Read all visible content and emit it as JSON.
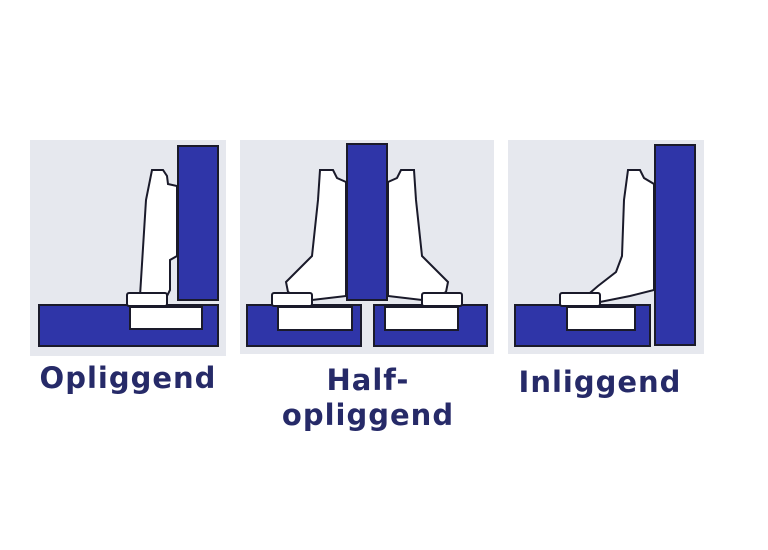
{
  "colors": {
    "panel": "#2f35a8",
    "label": "#262a68"
  },
  "labels": {
    "overlay": "Opliggend",
    "half_overlay_line1": "Half-",
    "half_overlay_line2": "opliggend",
    "inset": "Inliggend"
  }
}
